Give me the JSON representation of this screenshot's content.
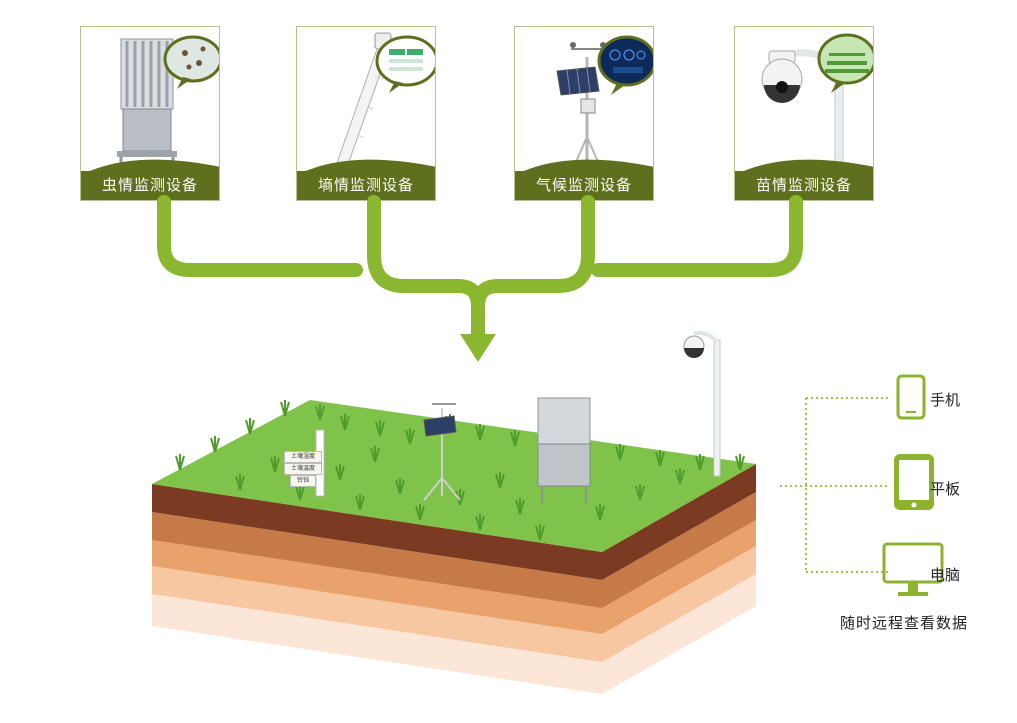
{
  "cards": [
    {
      "label": "虫情监测设备"
    },
    {
      "label": "墒情监测设备"
    },
    {
      "label": "气候监测设备"
    },
    {
      "label": "苗情监测设备"
    }
  ],
  "field_signs": [
    "土壤湿度",
    "土壤温度",
    "铃铛"
  ],
  "devices": [
    {
      "label": "手机",
      "icon": "phone-icon"
    },
    {
      "label": "平板",
      "icon": "tablet-icon"
    },
    {
      "label": "电脑",
      "icon": "computer-icon"
    }
  ],
  "caption": "随时远程查看数据",
  "colors": {
    "label_bg": "#5e6f1e",
    "arrow": "#8bb630",
    "grass": "#7fc34a",
    "device": "#8cb22e"
  }
}
